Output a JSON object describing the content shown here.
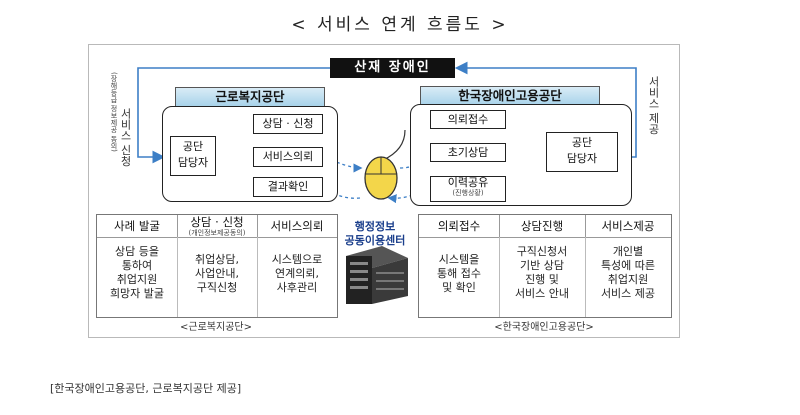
{
  "title": "< 서비스 연계 흐름도 >",
  "banner": "산재 장애인",
  "left_org": {
    "name": "근로복지공단",
    "officer": "공단\n담당자",
    "steps": [
      "상담 · 신청",
      "서비스의뢰",
      "결과확인"
    ],
    "side_label": "서비스 신청",
    "side_sub": "(장해등급 정보제공 동의)"
  },
  "right_org": {
    "name": "한국장애인고용공단",
    "officer": "공단\n담당자",
    "steps": [
      "의뢰접수",
      "초기상담",
      "이력공유"
    ],
    "step3_sub": "(진행상황)",
    "side_label": "서비스 제공"
  },
  "center": {
    "label": "행정정보\n공동이용센터"
  },
  "left_table": {
    "headers": [
      "사례 발굴",
      "상담 · 신청",
      "서비스의뢰"
    ],
    "header2_sub": "(개인정보제공동의)",
    "cells": [
      "상담 등을\n통하여\n취업지원\n희망자 발굴",
      "취업상담,\n사업안내,\n구직신청",
      "시스템으로\n연계의뢰,\n사후관리"
    ],
    "footer": "<근로복지공단>"
  },
  "right_table": {
    "headers": [
      "의뢰접수",
      "상담진행",
      "서비스제공"
    ],
    "cells": [
      "시스템을\n통해 접수\n및 확인",
      "구직신청서\n기반 상담\n진행 및\n서비스 안내",
      "개인별\n특성에 따른\n취업지원\n서비스 제공"
    ],
    "footer": "<한국장애인고용공단>"
  },
  "source": "[한국장애인고용공단, 근로복지공단 제공]",
  "colors": {
    "banner": "#111111",
    "org_header": "#a8d3ea",
    "arrow_blue": "#3d7fc6",
    "arrow_dash": "#3d7fc6"
  }
}
